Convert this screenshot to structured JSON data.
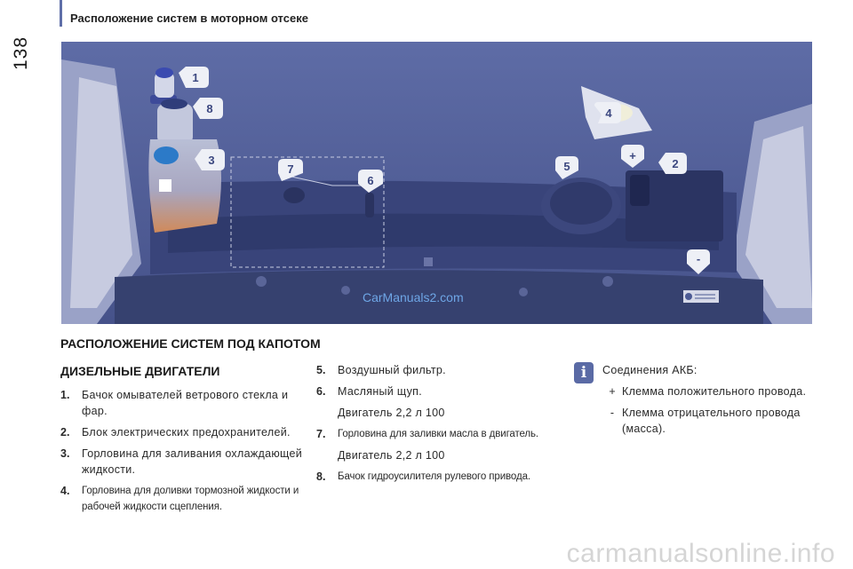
{
  "header": {
    "page_number": "138",
    "title": "Расположение систем в моторном отсеке"
  },
  "figure": {
    "callouts": [
      "1",
      "8",
      "3",
      "7",
      "6",
      "4",
      "5",
      "+",
      "2",
      "-"
    ],
    "watermark": "CarManuals2.com"
  },
  "section": {
    "title": "РАСПОЛОЖЕНИЕ СИСТЕМ ПОД КАПОТОМ",
    "subtitle": "ДИЗЕЛЬНЫЕ ДВИГАТЕЛИ"
  },
  "items_col1": [
    {
      "num": "1.",
      "text": "Бачок омывателей ветрового стекла и фар."
    },
    {
      "num": "2.",
      "text": "Блок электрических предохранителей."
    },
    {
      "num": "3.",
      "text": "Горловина для заливания охлаждающей жидкости."
    },
    {
      "num": "4.",
      "text": "Горловина для доливки тормозной жидкости и рабочей жидкости сцепления."
    }
  ],
  "items_col2": [
    {
      "num": "5.",
      "text": "Воздушный фильтр."
    },
    {
      "num": "6.",
      "text": "Масляный щуп.",
      "note": "Двигатель 2,2 л 100"
    },
    {
      "num": "7.",
      "text": "Горловина для заливки масла в двигатель.",
      "note": "Двигатель 2,2 л 100"
    },
    {
      "num": "8.",
      "text": "Бачок гидроусилителя рулевого привода."
    }
  ],
  "info": {
    "icon": "info-icon",
    "title": "Соединения АКБ:",
    "bullets": [
      {
        "mark": "+",
        "text": "Клемма положительного провода."
      },
      {
        "mark": "-",
        "text": "Клемма отрицательного провода (масса)."
      }
    ]
  },
  "watermark_bottom": "carmanualsonline.info"
}
